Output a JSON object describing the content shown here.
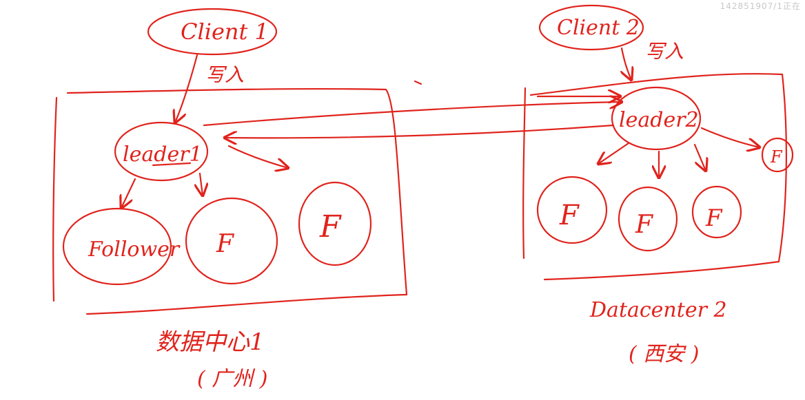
{
  "ink_color": "#e0231c",
  "watermark": "142851907/1正在",
  "clients": [
    {
      "id": "client1",
      "label": "Client 1",
      "write_label": "写入"
    },
    {
      "id": "client2",
      "label": "Client 2",
      "write_label": "写入"
    }
  ],
  "datacenters": [
    {
      "id": "dc1",
      "title": "数据中心1",
      "subtitle": "( 广州 )",
      "leader": "leader1",
      "followers": [
        "Follower",
        "F",
        "F"
      ]
    },
    {
      "id": "dc2",
      "title": "Datacenter 2",
      "subtitle": "( 西安 )",
      "leader": "leader2",
      "followers": [
        "F",
        "F",
        "F",
        "F"
      ]
    }
  ]
}
